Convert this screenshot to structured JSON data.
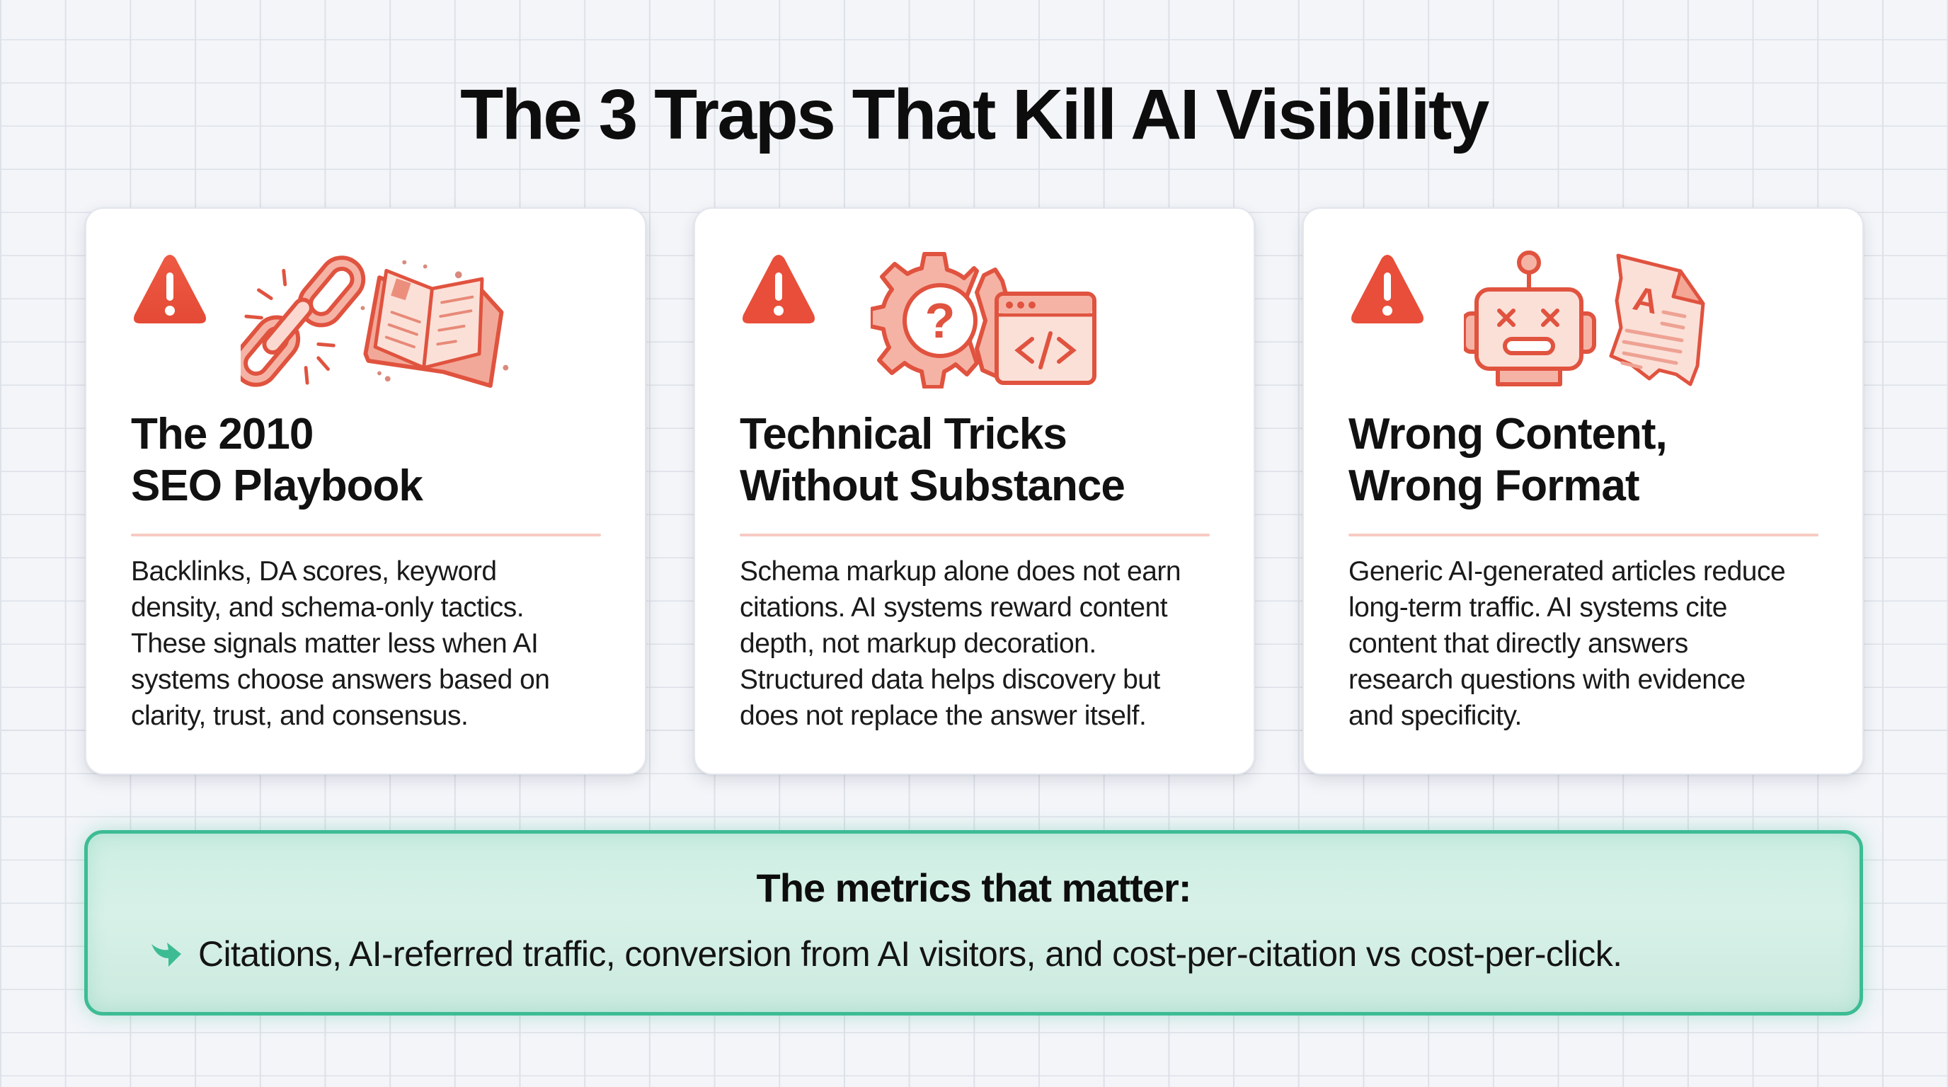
{
  "page": {
    "title": "The 3 Traps That Kill AI Visibility"
  },
  "colors": {
    "warning": "#e8503a",
    "illustration_stroke": "#e0533f",
    "illustration_fill": "#f7c2b6",
    "divider": "#f6cbc2",
    "banner_border": "#3dbc94",
    "banner_fill": "#d6efe6",
    "background": "#f3f5f9"
  },
  "cards": [
    {
      "icon": "warning-triangle-icon",
      "illustration": [
        "broken-chain-icon",
        "torn-book-icon"
      ],
      "title_line1": "The 2010",
      "title_line2": "SEO Playbook",
      "body": [
        "Backlinks, DA scores, keyword",
        "density, and schema-only tactics.",
        "These signals matter less when AI",
        "systems choose answers based on",
        "clarity, trust, and consensus."
      ]
    },
    {
      "icon": "warning-triangle-icon",
      "illustration": [
        "broken-gear-question-icon",
        "code-window-icon"
      ],
      "title_line1": "Technical Tricks",
      "title_line2": "Without Substance",
      "body": [
        "Schema markup alone does not earn",
        "citations. AI systems reward content",
        "depth, not markup decoration.",
        "Structured data helps discovery but",
        "does not replace the answer itself."
      ]
    },
    {
      "icon": "warning-triangle-icon",
      "illustration": [
        "broken-robot-icon",
        "torn-document-icon"
      ],
      "title_line1": "Wrong Content,",
      "title_line2": "Wrong Format",
      "body": [
        "Generic AI-generated articles reduce",
        "long-term traffic. AI systems cite",
        "content that directly answers",
        "research questions with evidence",
        "and specificity."
      ]
    }
  ],
  "banner": {
    "title": "The metrics that matter:",
    "icon": "arrow-right-icon",
    "text": "Citations, AI-referred traffic, conversion from AI visitors, and cost-per-citation vs cost-per-click."
  }
}
